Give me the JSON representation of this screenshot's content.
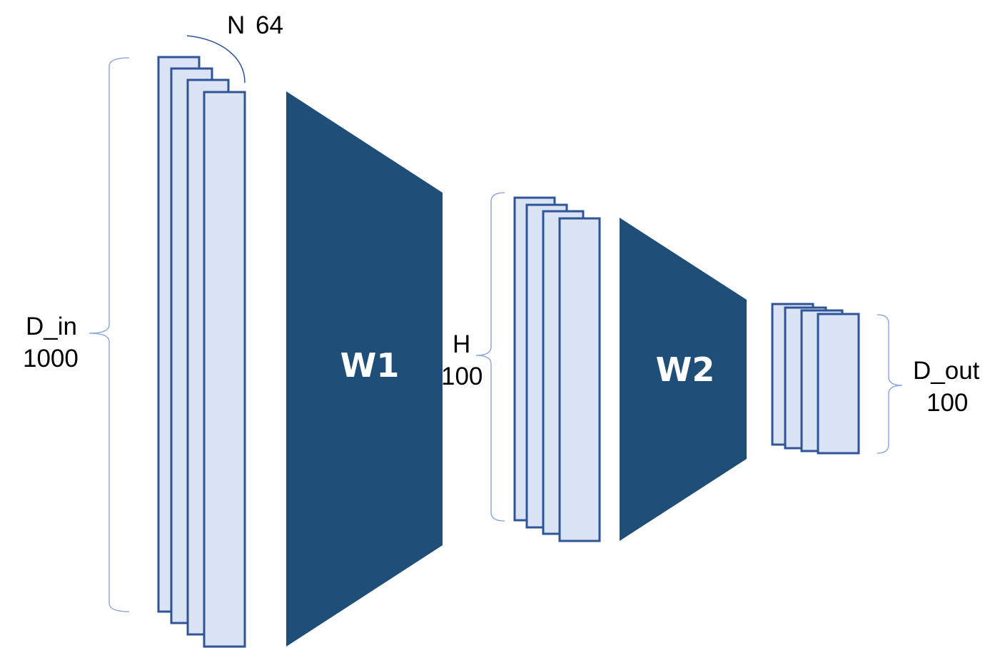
{
  "diagram": {
    "batch_label": {
      "name": "N",
      "value": "64"
    },
    "input_label": {
      "name": "D_in",
      "value": "1000"
    },
    "hidden_label": {
      "name": "H",
      "value": "100"
    },
    "output_label": {
      "name": "D_out",
      "value": "100"
    },
    "weights": [
      {
        "label": "W1"
      },
      {
        "label": "W2"
      }
    ],
    "colors": {
      "layer_fill": "#dae3f3",
      "layer_stroke": "#2f5597",
      "weight_fill": "#1f4e79",
      "brace": "#8faadc",
      "text": "#000000",
      "weight_text": "#ffffff"
    }
  }
}
